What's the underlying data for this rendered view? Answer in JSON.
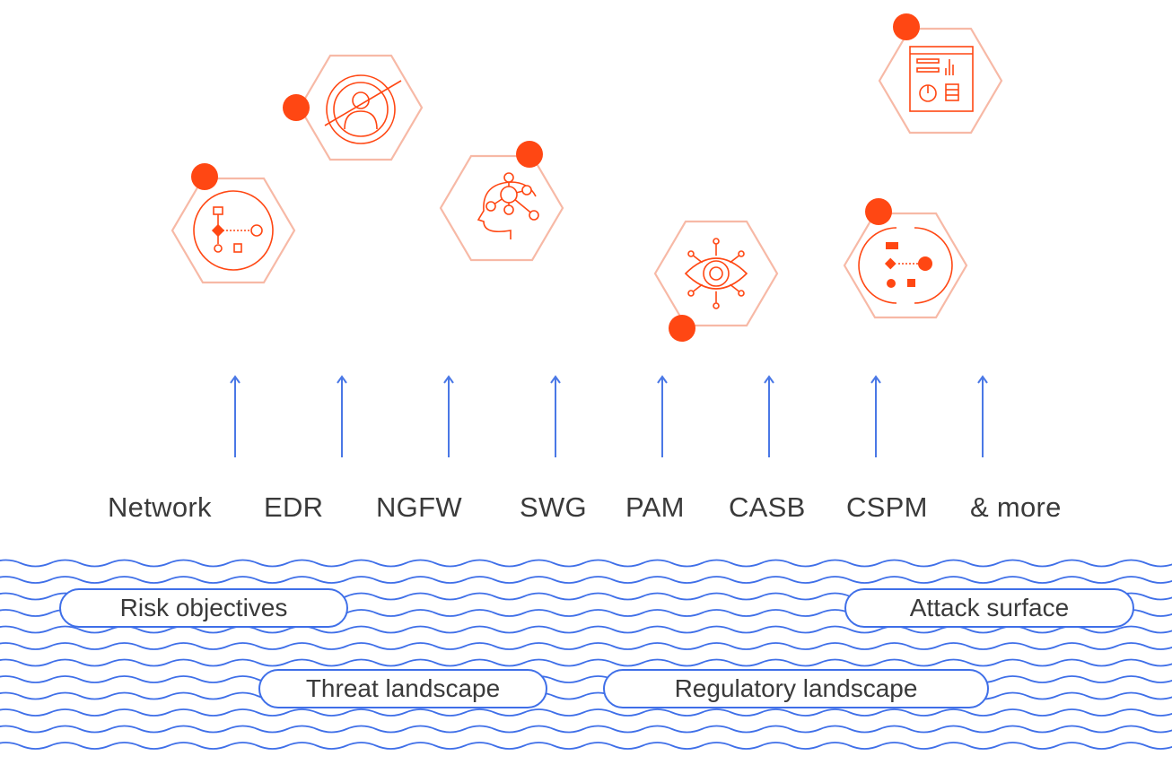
{
  "colors": {
    "accent_orange": "#ff4713",
    "hex_outline": "#f7b9a6",
    "arrow_blue": "#4a78e6",
    "wave_blue": "#3f6fe8",
    "text": "#3a3a3a"
  },
  "icons": [
    "workflow-icon",
    "user-target-icon",
    "ai-brain-network-icon",
    "eye-sensor-icon",
    "process-cycle-icon",
    "dashboard-report-icon"
  ],
  "tools": [
    {
      "label": "Network"
    },
    {
      "label": "EDR"
    },
    {
      "label": "NGFW"
    },
    {
      "label": "SWG"
    },
    {
      "label": "PAM"
    },
    {
      "label": "CASB"
    },
    {
      "label": "CSPM"
    },
    {
      "label": "& more"
    }
  ],
  "drivers": {
    "risk_objectives": "Risk objectives",
    "attack_surface": "Attack surface",
    "threat_landscape": "Threat landscape",
    "regulatory_landscape": "Regulatory landscape"
  }
}
